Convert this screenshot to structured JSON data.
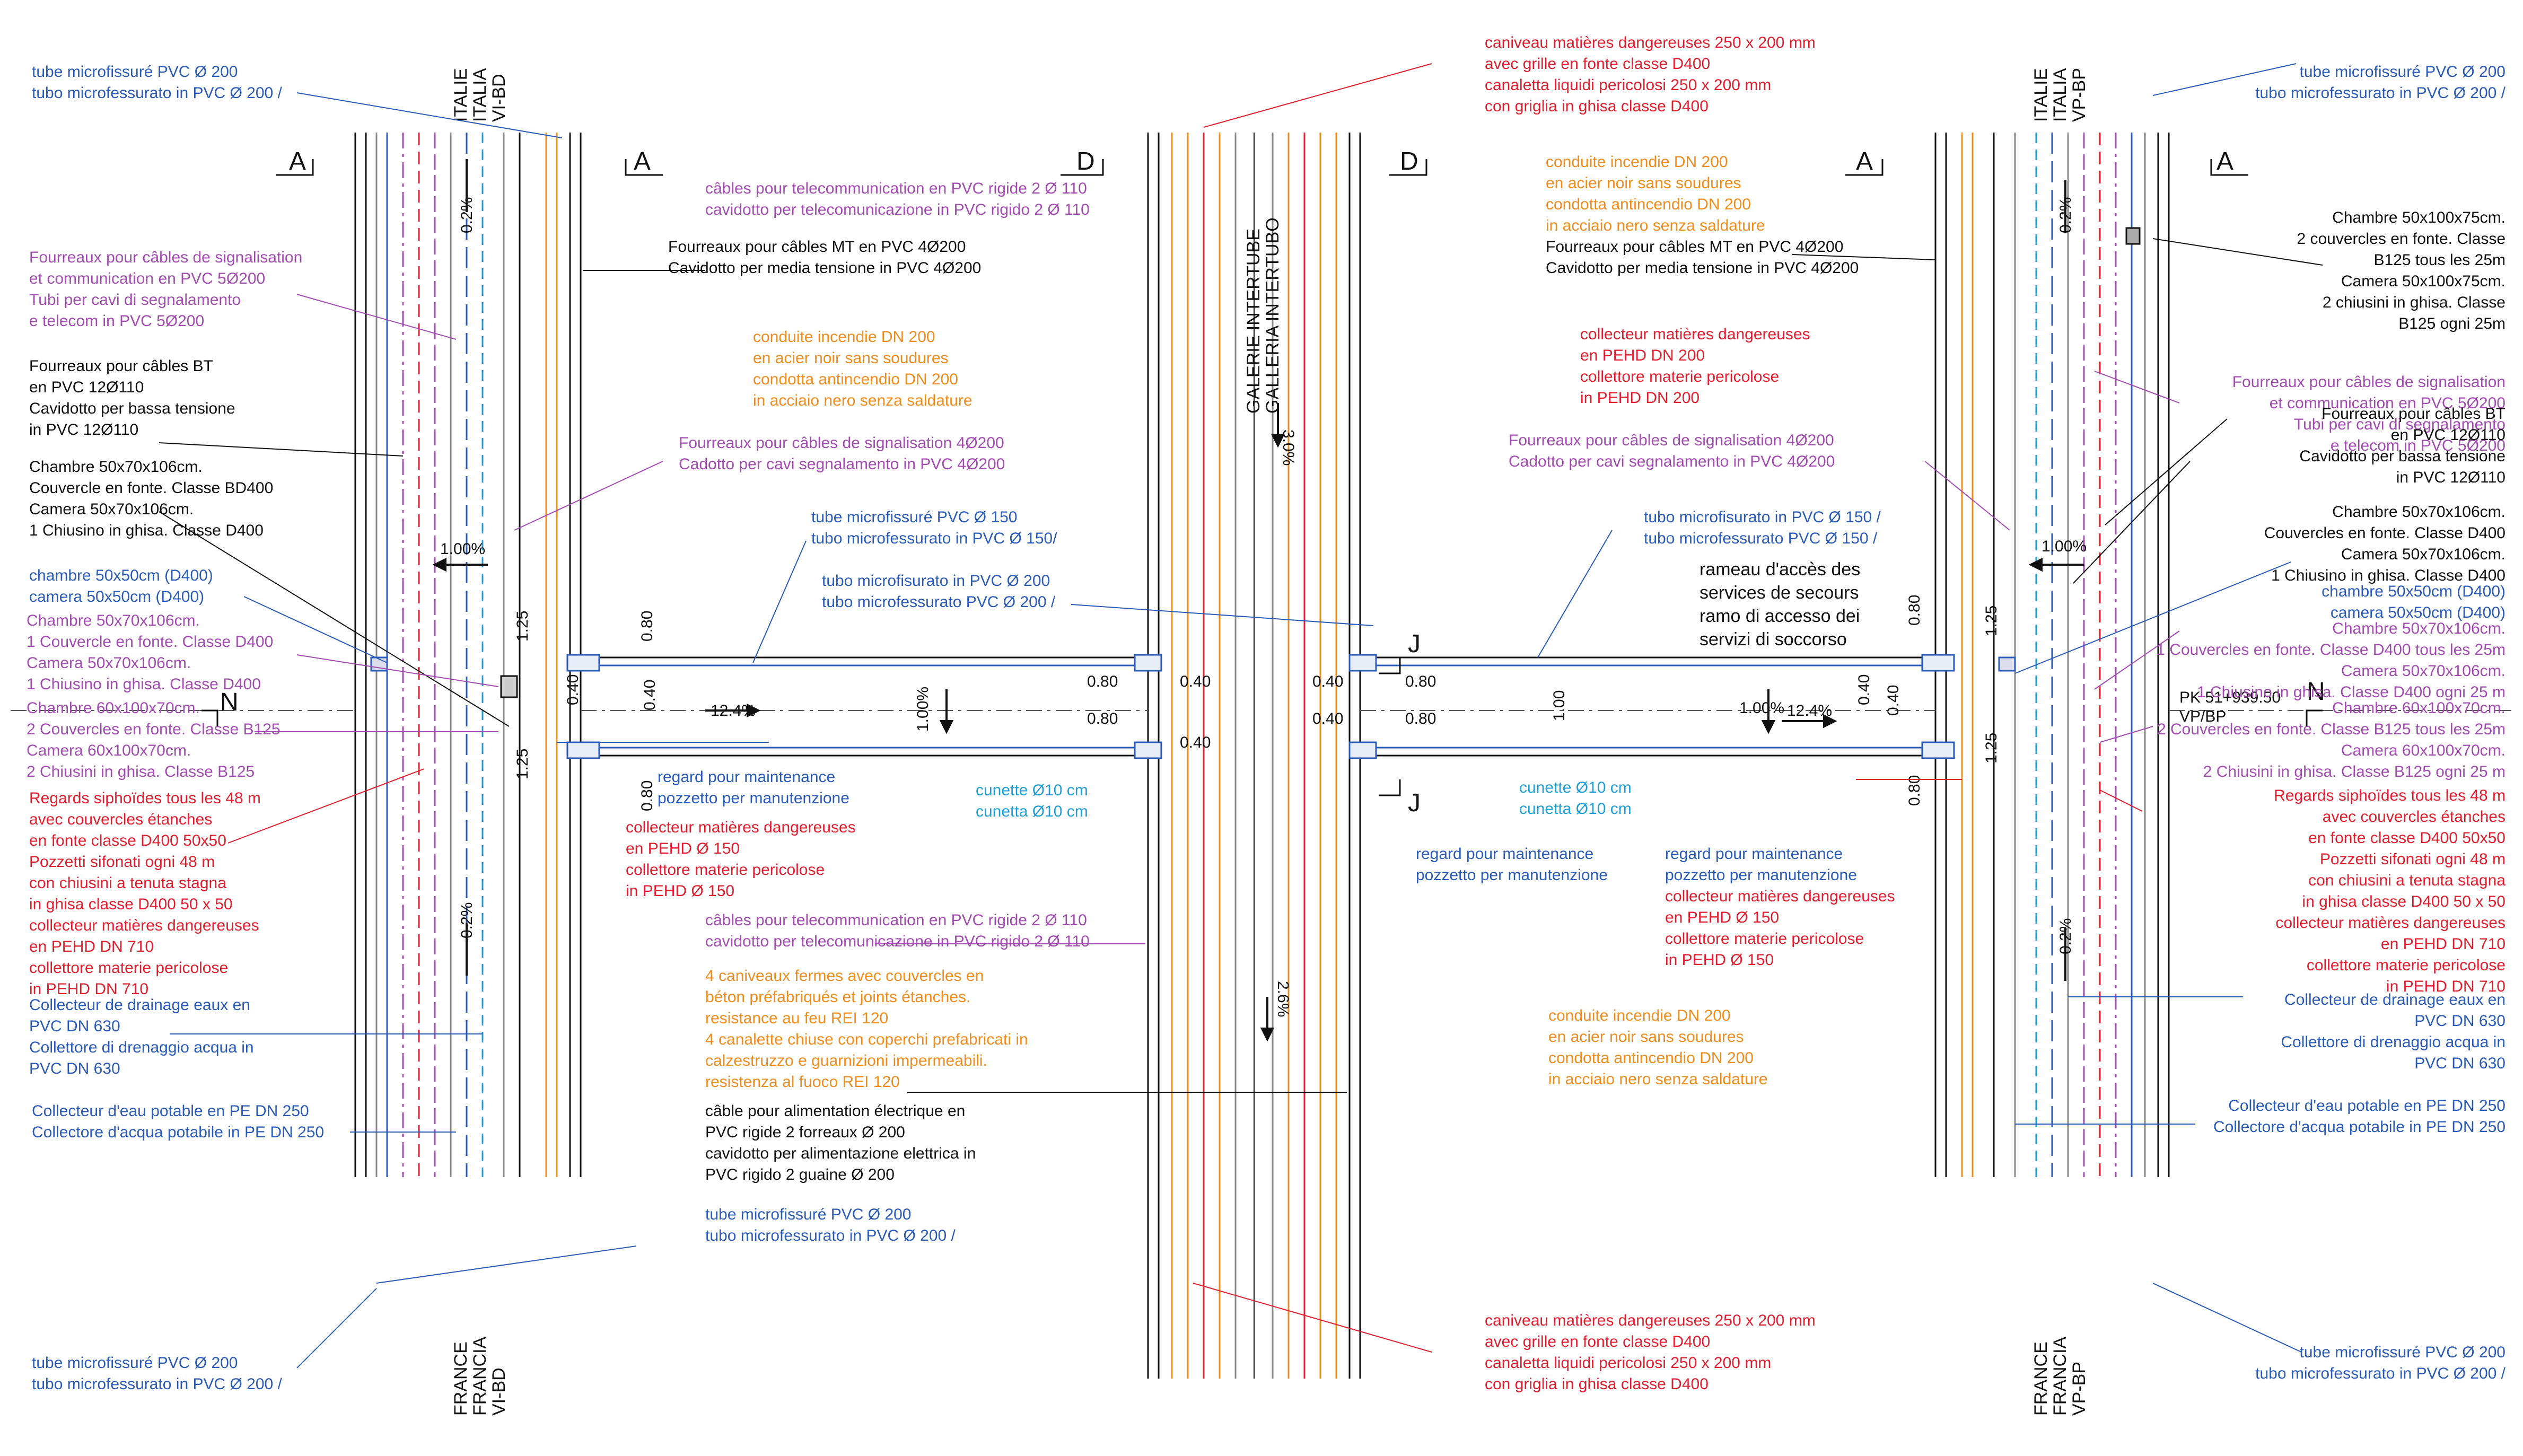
{
  "colors": {
    "blue": "#2a5bb8",
    "purple": "#a24bb0",
    "red": "#e01e2e",
    "orange": "#ef8c1e",
    "black": "#111111",
    "cyan": "#1e9ed8"
  },
  "sections": {
    "a": "A",
    "d": "D",
    "j": "J",
    "n": "N"
  },
  "tube_labels": {
    "vi_top": "ITALIE\nITALIA\nVI-BD",
    "vp_top": "ITALIE\nITALIA\nVP-BP",
    "vi_bottom": "FRANCE\nFRANCIA\nVI-BD",
    "vp_bottom": "FRANCE\nFRANCIA\nVP-BP",
    "gallery": "GALERIE INTERTUBE\nGALLERIA INTERTUBO"
  },
  "slopes": {
    "s02": "0.2%",
    "s100": "1.00%",
    "s124": "12.4%",
    "s30": "3.0%",
    "s26": "2.6%"
  },
  "dims": {
    "d080": "0.80",
    "d040": "0.40",
    "d125": "1.25",
    "d100": "1.00"
  },
  "pk": "PK 51+939.50\nVP/BP",
  "notes": {
    "tube_fr": "tube microfissuré PVC Ø 200",
    "tube_it": "tubo microfessurato in PVC Ø 200 /",
    "tube_fr_r": "tube microfissuré PVC Ø 200",
    "tube_it_r": "tubo microfessurato in PVC Ø 200 /",
    "fourreaux_sig_left": "Fourreaux pour câbles de signalisation\net communication en PVC 5Ø200\nTubi per cavi di segnalamento\ne telecom in PVC 5Ø200",
    "fourreaux_bt_left": "Fourreaux pour câbles BT\nen PVC 12Ø110\nCavidotto per bassa tensione\nin PVC 12Ø110",
    "chambre_bd400": "Chambre 50x70x106cm.\nCouvercle en fonte. Classe BD400\nCamera 50x70x106cm.\n1 Chiusino in ghisa. Classe D400",
    "chambre_50x50_left": "chambre 50x50cm (D400)\ncamera 50x50cm (D400)",
    "chambre_d400_left": "Chambre 50x70x106cm.\n1 Couvercle en fonte. Classe D400\nCamera 50x70x106cm.\n1 Chiusino in ghisa. Classe D400",
    "chambre_b125_left": "Chambre 60x100x70cm.\n2 Couvercles en fonte. Classe B125\nCamera 60x100x70cm.\n2 Chiusini in ghisa. Classe B125",
    "regards_left": "Regards siphoïdes tous les 48 m\navec couvercles  étanches\nen fonte classe D400 50x50\nPozzetti sifonati ogni 48 m\ncon chiusini a  tenuta stagna\nin ghisa classe D400 50 x 50\ncollecteur matières dangereuses\nen PEHD DN 710\ncollettore materie pericolose\nin PEHD DN 710",
    "drainage_left": "Collecteur de drainage eaux en\nPVC DN 630\nCollettore di drenaggio acqua in\nPVC DN 630",
    "potable_left": "Collecteur d'eau potable en PE DN 250\nCollectore d'acqua potabile in  PE DN 250",
    "telecom_top": "câbles pour telecommunication en PVC rigide 2 Ø 110\ncavidotto per telecomunicazione in PVC rigido 2 Ø 110",
    "mt": "Fourreaux pour câbles MT en PVC 4Ø200\nCavidotto per media tensione in PVC 4Ø200",
    "incendie_left": "conduite incendie DN 200\nen acier noir sans soudures\ncondotta antincendio DN 200\nin acciaio nero senza saldature",
    "sig4_left": "Fourreaux pour câbles de signalisation 4Ø200\nCadotto per cavi segnalamento in PVC 4Ø200",
    "tube150_left": "tube microfissuré PVC Ø 150\ntubo microfessurato in PVC Ø 150/",
    "tube200_mid": "tubo microfisurato in PVC Ø 200\ntubo microfessurato PVC Ø 200 /",
    "regard_left": "regard pour maintenance\npozzetto per manutenzione",
    "collecteur150_left": "collecteur matières dangereuses\nen PEHD Ø 150\ncollettore materie pericolose\nin PEHD Ø 150",
    "cunette_left": "cunette Ø10 cm\ncunetta Ø10 cm",
    "telecom_bottom": "câbles pour telecommunication en PVC rigide 2 Ø 110\ncavidotto per telecomunicazione in PVC rigido 2 Ø 110",
    "caniveaux": "4 caniveaux fermes avec couvercles en\nbéton préfabriqués et joints étanches.\nresistance au feu REI 120\n4 canalette chiuse con coperchi prefabricati in\ncalzestruzzo e guarnizioni impermeabili.\nresistenza al fuoco REI 120",
    "alim": "câble pour alimentation électrique en\nPVC rigide 2 forreaux Ø 200\ncavidotto per alimentazione elettrica in\nPVC rigido 2 guaine Ø 200",
    "tube200_bottom": "tube microfissuré PVC Ø 200\ntubo microfessurato in PVC Ø 200 /",
    "tube_bl": "tube microfissuré PVC Ø 200\ntubo microfessurato in PVC Ø 200 /",
    "caniveau_top": "caniveau matières dangereuses 250 x 200 mm\navec grille en fonte classe D400\ncanaletta liquidi pericolosi 250 x 200 mm\ncon griglia in ghisa classe D400",
    "incendie_rt": "conduite incendie DN 200\nen acier noir sans soudures\ncondotta antincendio DN 200\nin acciaio nero senza saldature",
    "mt_r": "Fourreaux pour câbles MT en PVC 4Ø200\nCavidotto per media tensione in PVC 4Ø200",
    "collecteur200_r": "collecteur matières dangereuses\nen PEHD DN 200\ncollettore materie pericolose\nin PEHD DN 200",
    "sig4_r": "Fourreaux pour câbles de signalisation 4Ø200\nCadotto per cavi segnalamento in PVC 4Ø200",
    "tube150_r": "tubo microfisurato in PVC Ø 150 /\ntubo microfessurato PVC Ø 150 /",
    "rameau": "rameau d'accès des\nservices de secours\nramo di accesso dei\nservizi di soccorso",
    "cunette_r": "cunette Ø10 cm\ncunetta Ø10 cm",
    "regard_mid": "regard pour maintenance\npozzetto per manutenzione",
    "regard_r": "regard pour maintenance\npozzetto per manutenzione",
    "collecteur150_r": "collecteur matières dangereuses\nen PEHD Ø 150\ncollettore materie pericolose\nin PEHD Ø 150",
    "incendie_rb": "conduite incendie DN 200\nen acier noir sans soudures\ncondotta antincendio DN 200\nin acciaio nero senza saldature",
    "caniveau_bottom": "caniveau matières dangereuses 250 x 200 mm\navec grille en fonte classe D400\ncanaletta liquidi pericolosi 250 x 200 mm\ncon griglia in ghisa classe D400",
    "chambre_b125_r": "Chambre 50x100x75cm.\n2 couvercles en fonte. Classe\nB125 tous les 25m\nCamera 50x100x75cm.\n2 chiusini in ghisa. Classe\nB125 ogni 25m",
    "fourreaux_sig_r": "Fourreaux pour câbles de signalisation\net communication en PVC 5Ø200\nTubi per cavi di segnalamento\ne telecom in PVC 5Ø200",
    "fourreaux_bt_r": "Fourreaux pour câbles BT\nen PVC 12Ø110\nCavidotto per bassa tensione\nin PVC 12Ø110",
    "chambre_d400_r": "Chambre 50x70x106cm.\nCouvercles en fonte. Classe D400\nCamera 50x70x106cm.\n1 Chiusino in ghisa. Classe D400",
    "chambre_50x50_r": "chambre 50x50cm (D400)\ncamera 50x50cm (D400)",
    "chambre_d400_25_r": "Chambre 50x70x106cm.\n1 Couvercles en fonte. Classe D400 tous les 25m\nCamera 50x70x106cm.\n1 Chiusino in ghisa. Classe D400 ogni 25 m",
    "chambre_60_r": "Chambre 60x100x70cm.\n2 Couvercles en fonte. Classe B125 tous les 25m\nCamera 60x100x70cm.\n2 Chiusini in ghisa. Classe B125 ogni 25 m",
    "regards_r": "Regards siphoïdes tous les 48 m\navec couvercles  étanches\nen fonte classe D400 50x50\nPozzetti sifonati ogni 48 m\ncon chiusini a  tenuta stagna\nin ghisa classe D400 50 x 50\ncollecteur matières dangereuses\nen PEHD DN 710\ncollettore materie pericolose\nin PEHD DN 710",
    "drainage_r": "Collecteur de drainage eaux en\nPVC DN 630\nCollettore di drenaggio acqua in\nPVC DN 630",
    "potable_r": "Collecteur d'eau potable en  PE DN 250\nCollectore d'acqua potabile in  PE DN 250",
    "tube_br": "tube microfissuré PVC Ø 200\ntubo microfessurato in PVC Ø 200 /"
  }
}
